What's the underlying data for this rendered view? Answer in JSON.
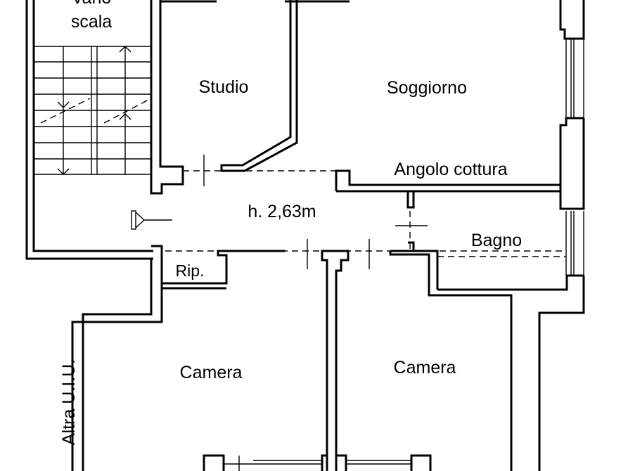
{
  "rooms": {
    "stair_line1": "Vano",
    "stair_line2": "scala",
    "study": "Studio",
    "living": "Soggiorno",
    "kitchenette": "Angolo cottura",
    "ceiling_height": "h. 2,63m",
    "bathroom": "Bagno",
    "storage": "Rip.",
    "bedroom_left": "Camera",
    "bedroom_right": "Camera",
    "neighbour": "Altra U.I.U."
  },
  "colors": {
    "lines": "#000000",
    "background": "#ffffff"
  }
}
